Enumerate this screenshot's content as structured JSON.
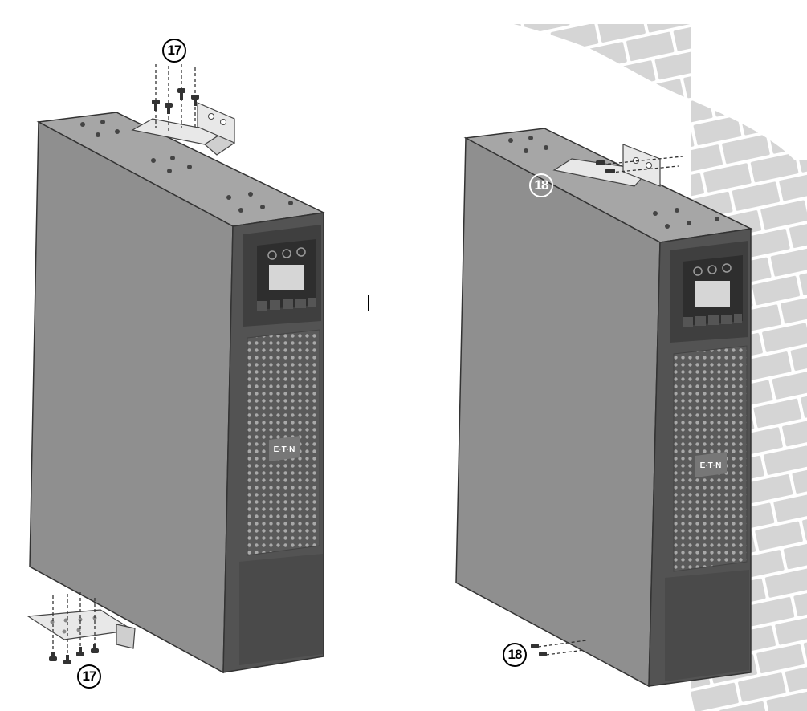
{
  "callouts": {
    "bracket_screws_top": "17",
    "bracket_screws_bottom": "17",
    "wall_bracket_top": "18",
    "wall_screws_bottom": "18"
  },
  "brand": {
    "logo_text": "E·T·N"
  },
  "colors": {
    "cabinet_side": "#8e8e8e",
    "cabinet_top": "#a8a8a8",
    "front_panel": "#565656",
    "grille": "#7a7a7a",
    "bracket": "#e6e6e6",
    "wall": "#d3d3d3",
    "outline": "#333333"
  },
  "icons": [
    "screw-icon",
    "bracket-icon",
    "brick-wall-icon",
    "display-icon",
    "logo-icon"
  ]
}
